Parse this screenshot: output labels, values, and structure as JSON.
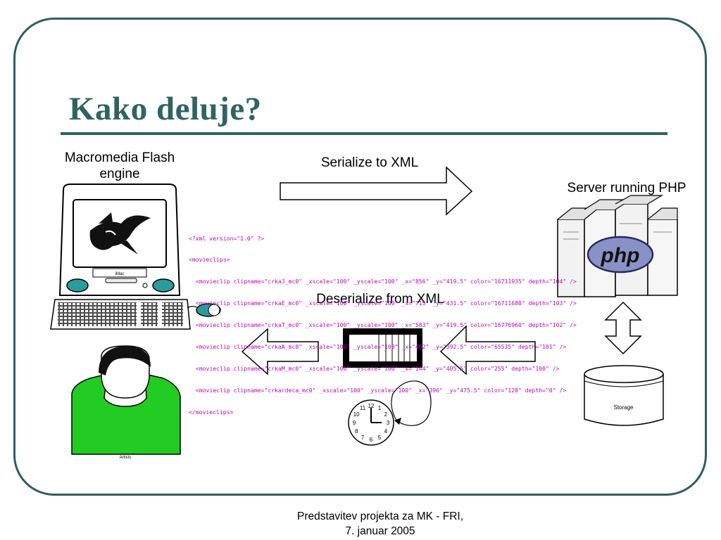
{
  "slide": {
    "title": "Kako deluje?",
    "footer_line1": "Predstavitev projekta za MK - FRI,",
    "footer_line2": "7. januar 2005"
  },
  "diagram": {
    "flash_label": "Macromedia Flash engine",
    "serialize_label": "Serialize to XML",
    "server_label": "Server running PHP",
    "deserialize_label": "Deserialize from XML",
    "storage_label": "Storage",
    "artists_label": "Artists",
    "imac_label": "iMac",
    "php_logo_text": "php",
    "xml_lines": [
      "<?xml version=\"1.0\" ?>",
      "<movieclips>",
      "<movieclip clipname=\"crkaJ_mc0\" _xscale=\"100\" _yscale=\"100\" _x=\"856\" _y=\"419.5\" color=\"16711935\" depth=\"104\" />",
      "<movieclip clipname=\"crkaE_mc0\" _xscale=\"100\" _yscale=\"100\" _x=\"715\" _y=\"431.5\" color=\"16711680\" depth=\"103\" />",
      "<movieclip clipname=\"crkaT_mc0\" _xscale=\"100\" _yscale=\"100\" _x=\"583\" _y=\"419.5\" color=\"16776960\" depth=\"102\" />",
      "<movieclip clipname=\"crkaA_mc0\" _xscale=\"100\" _yscale=\"100\" _x=\"462\" _y=\"392.5\" color=\"65535\" depth=\"101\" />",
      "<movieclip clipname=\"crkaM_mc0\" _xscale=\"100\" _yscale=\"100\" _x=\"144\" _y=\"405.5\" color=\"255\" depth=\"100\" />",
      "<movieclip clipname=\"crkardeca_mc0\" _xscale=\"100\" _yscale=\"100\" _x=\"396\" _y=\"475.5\" color=\"128\" depth=\"0\" />",
      "</movieclips>"
    ],
    "clock_numbers": [
      "12",
      "1",
      "2",
      "3",
      "4",
      "5",
      "6",
      "7",
      "8",
      "9",
      "10",
      "11"
    ]
  },
  "colors": {
    "accent": "#2f6363",
    "xml_text": "#c000c0",
    "xml_values": "#1f1f9f",
    "person_shirt": "#22cc22",
    "imac_teal": "#2a9c9c"
  }
}
